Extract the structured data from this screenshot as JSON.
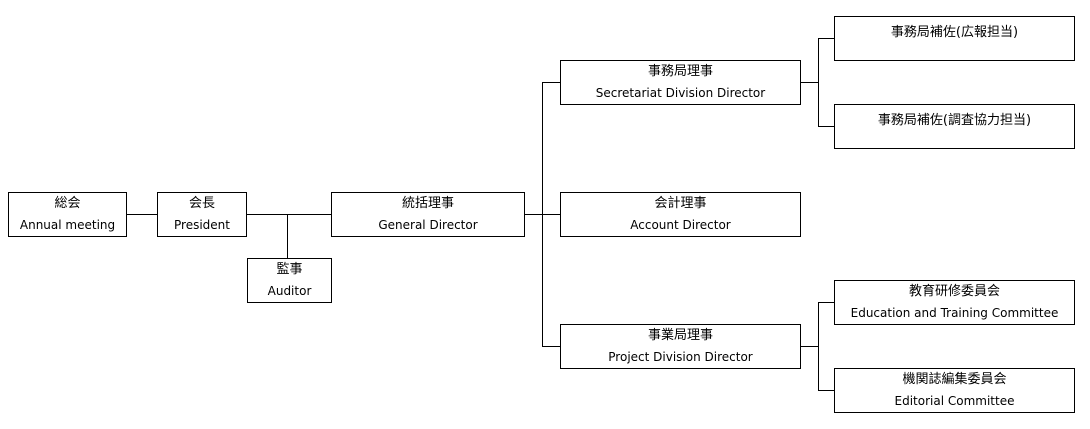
{
  "nodes": {
    "annual_meeting": {
      "jp": "総会",
      "en": "Annual meeting"
    },
    "president": {
      "jp": "会長",
      "en": "President"
    },
    "auditor": {
      "jp": "監事",
      "en": "Auditor"
    },
    "general_director": {
      "jp": "統括理事",
      "en": "General Director"
    },
    "secretariat_director": {
      "jp": "事務局理事",
      "en": "Secretariat Division Director"
    },
    "account_director": {
      "jp": "会計理事",
      "en": "Account Director"
    },
    "project_director": {
      "jp": "事業局理事",
      "en": "Project Division Director"
    },
    "assistant_pr": {
      "jp": "事務局補佐(広報担当)"
    },
    "assistant_research": {
      "jp": "事務局補佐(調査協力担当)"
    },
    "education_committee": {
      "jp": "教育研修委員会",
      "en": "Education and Training Committee"
    },
    "editorial_committee": {
      "jp": "機関誌編集委員会",
      "en": "Editorial Committee"
    }
  }
}
